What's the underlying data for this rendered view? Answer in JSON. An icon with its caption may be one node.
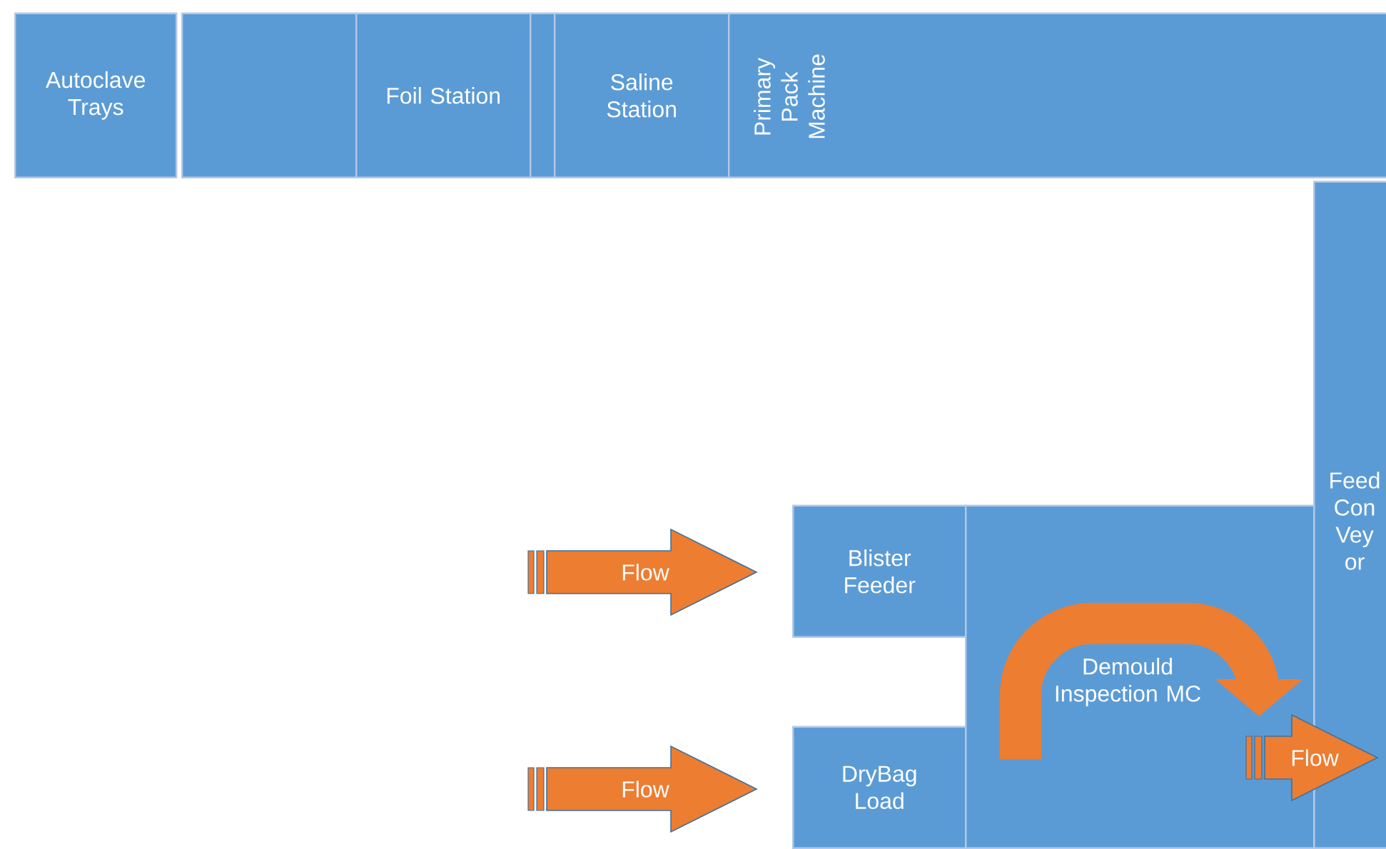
{
  "diagram": {
    "nodes": [
      {
        "text": [
          "Autoclave Trays"
        ]
      },
      {
        "text": [],
        "shape": "box"
      },
      {
        "text": [
          "Foil Station"
        ]
      },
      {
        "text": [],
        "shape": "box"
      },
      {
        "text": [
          "Saline Station"
        ]
      },
      {
        "text": [
          "Primary Pack Machine"
        ]
      },
      {
        "text": [
          "Feed Con Vey or"
        ]
      },
      {
        "text": [
          "Blister Feeder"
        ]
      },
      {
        "text": [
          "DryBag Load"
        ]
      },
      {
        "text": [
          "Demould Inspection MC"
        ]
      }
    ],
    "edges": [
      {
        "from": null,
        "to": 7,
        "arrow": "to",
        "label": "Flow"
      },
      {
        "from": null,
        "to": 8,
        "arrow": "to",
        "label": "Flow"
      },
      {
        "from": 9,
        "to": 6,
        "arrow": "to",
        "label": "Flow"
      }
    ]
  }
}
